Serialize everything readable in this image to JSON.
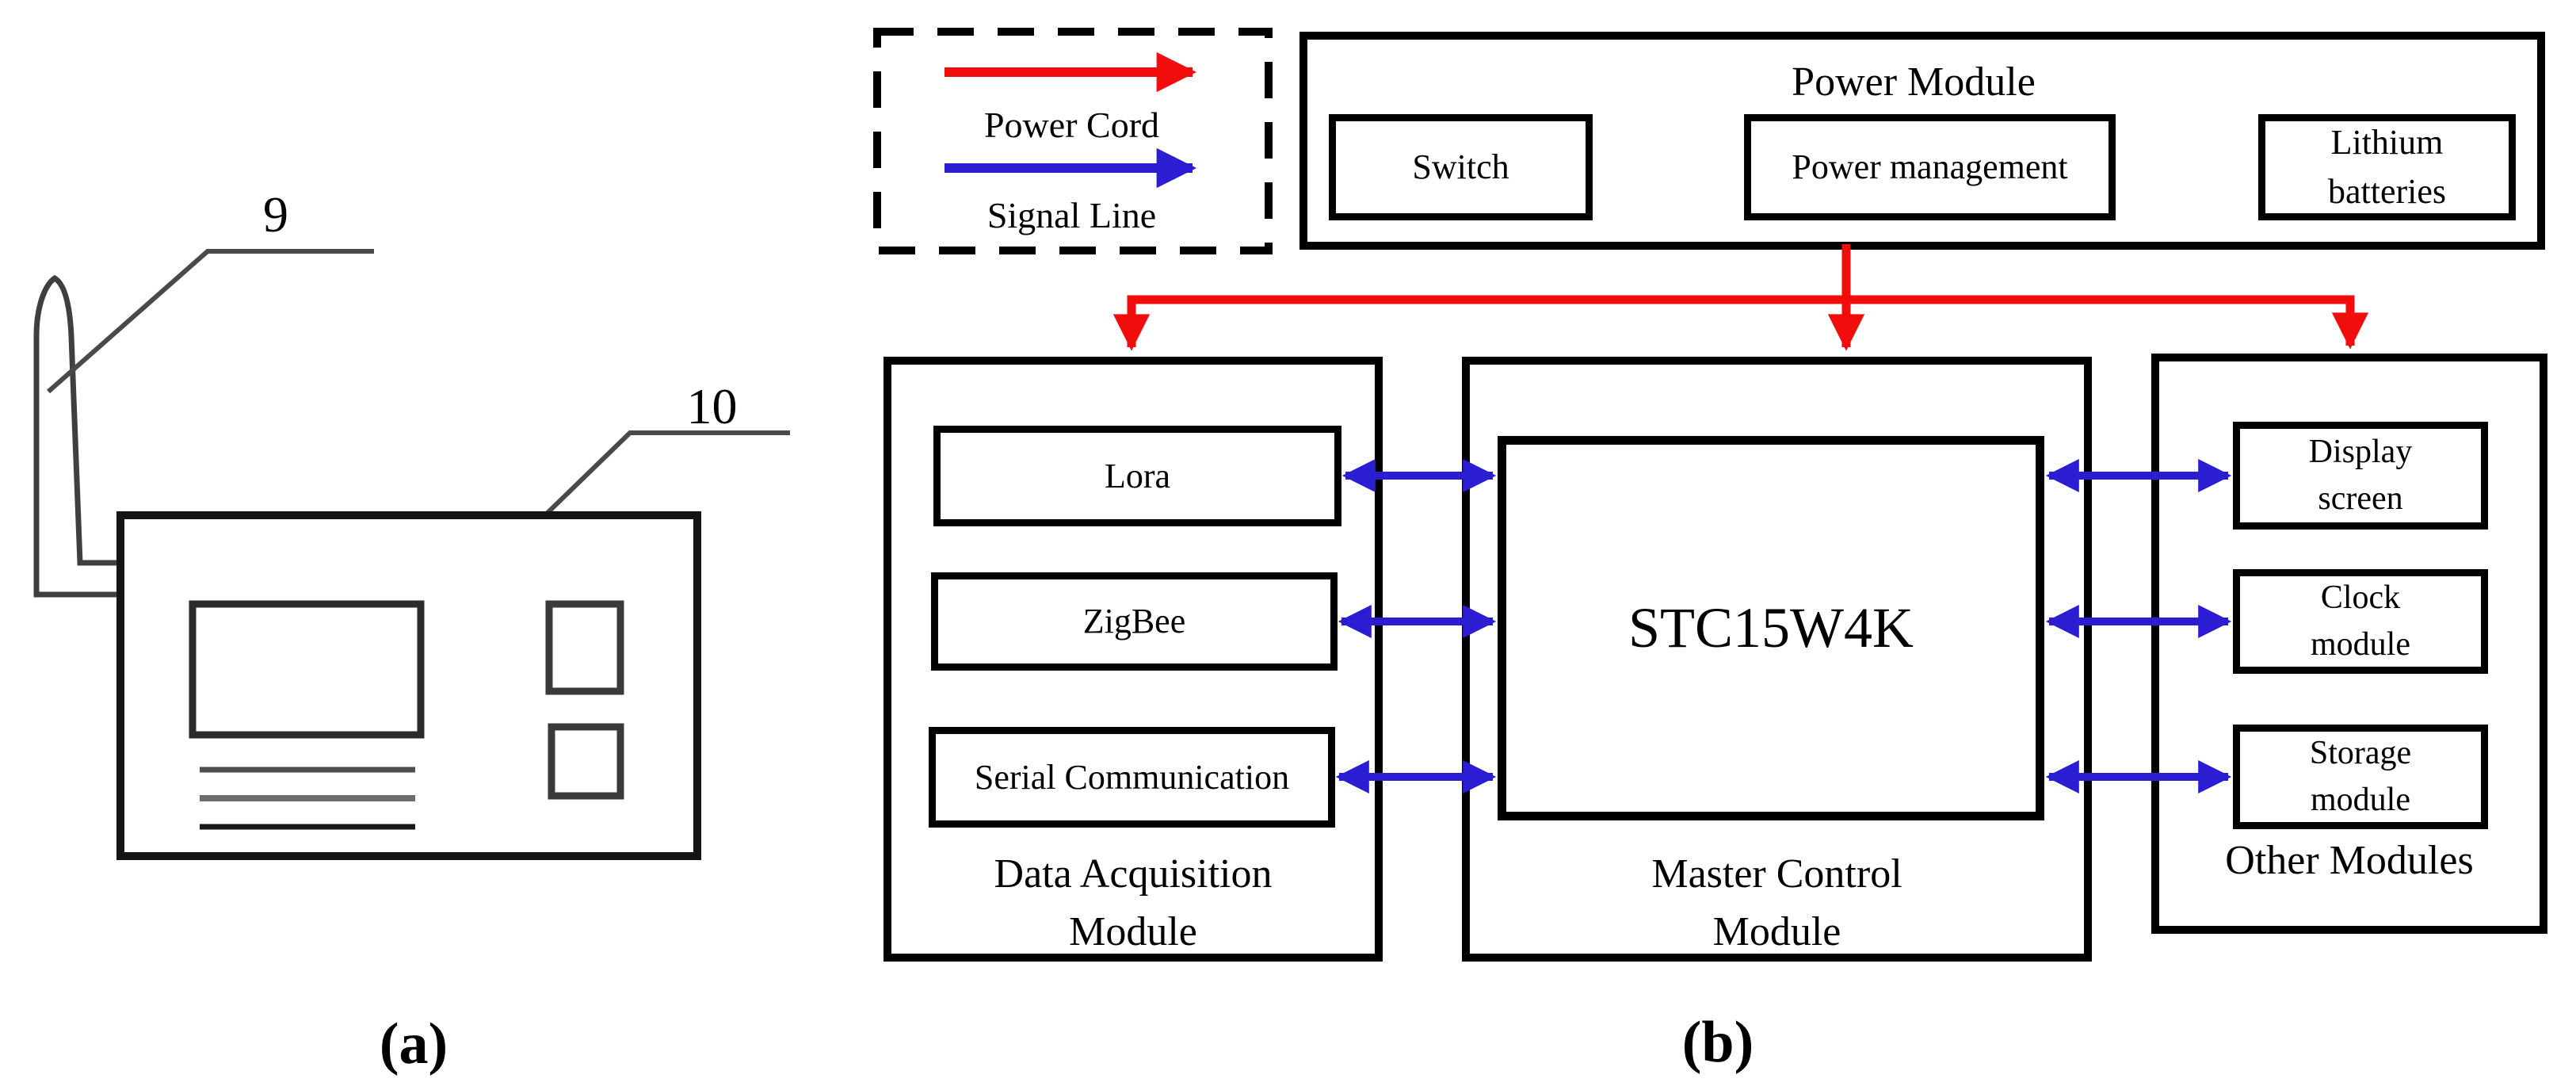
{
  "colors": {
    "power_cord": "#f20d0d",
    "signal_line": "#2a1dd2",
    "sketch": "#3f3f3f"
  },
  "panel_a": {
    "label": "(a)",
    "callout_antenna": "9",
    "callout_device": "10"
  },
  "panel_b": {
    "label": "(b)",
    "legend": {
      "power_cord": "Power Cord",
      "signal_line": "Signal Line"
    },
    "power_module": {
      "title": "Power Module",
      "switch": "Switch",
      "power_management": "Power management",
      "lithium_batteries": "Lithium\nbatteries"
    },
    "data_acquisition_module": {
      "title": "Data Acquisition\nModule",
      "lora": "Lora",
      "zigbee": "ZigBee",
      "serial": "Serial Communication"
    },
    "master_control_module": {
      "title": "Master Control\nModule",
      "chip": "STC15W4K"
    },
    "other_modules": {
      "title": "Other Modules",
      "display_screen": "Display\nscreen",
      "clock_module": "Clock\nmodule",
      "storage_module": "Storage\nmodule"
    }
  }
}
